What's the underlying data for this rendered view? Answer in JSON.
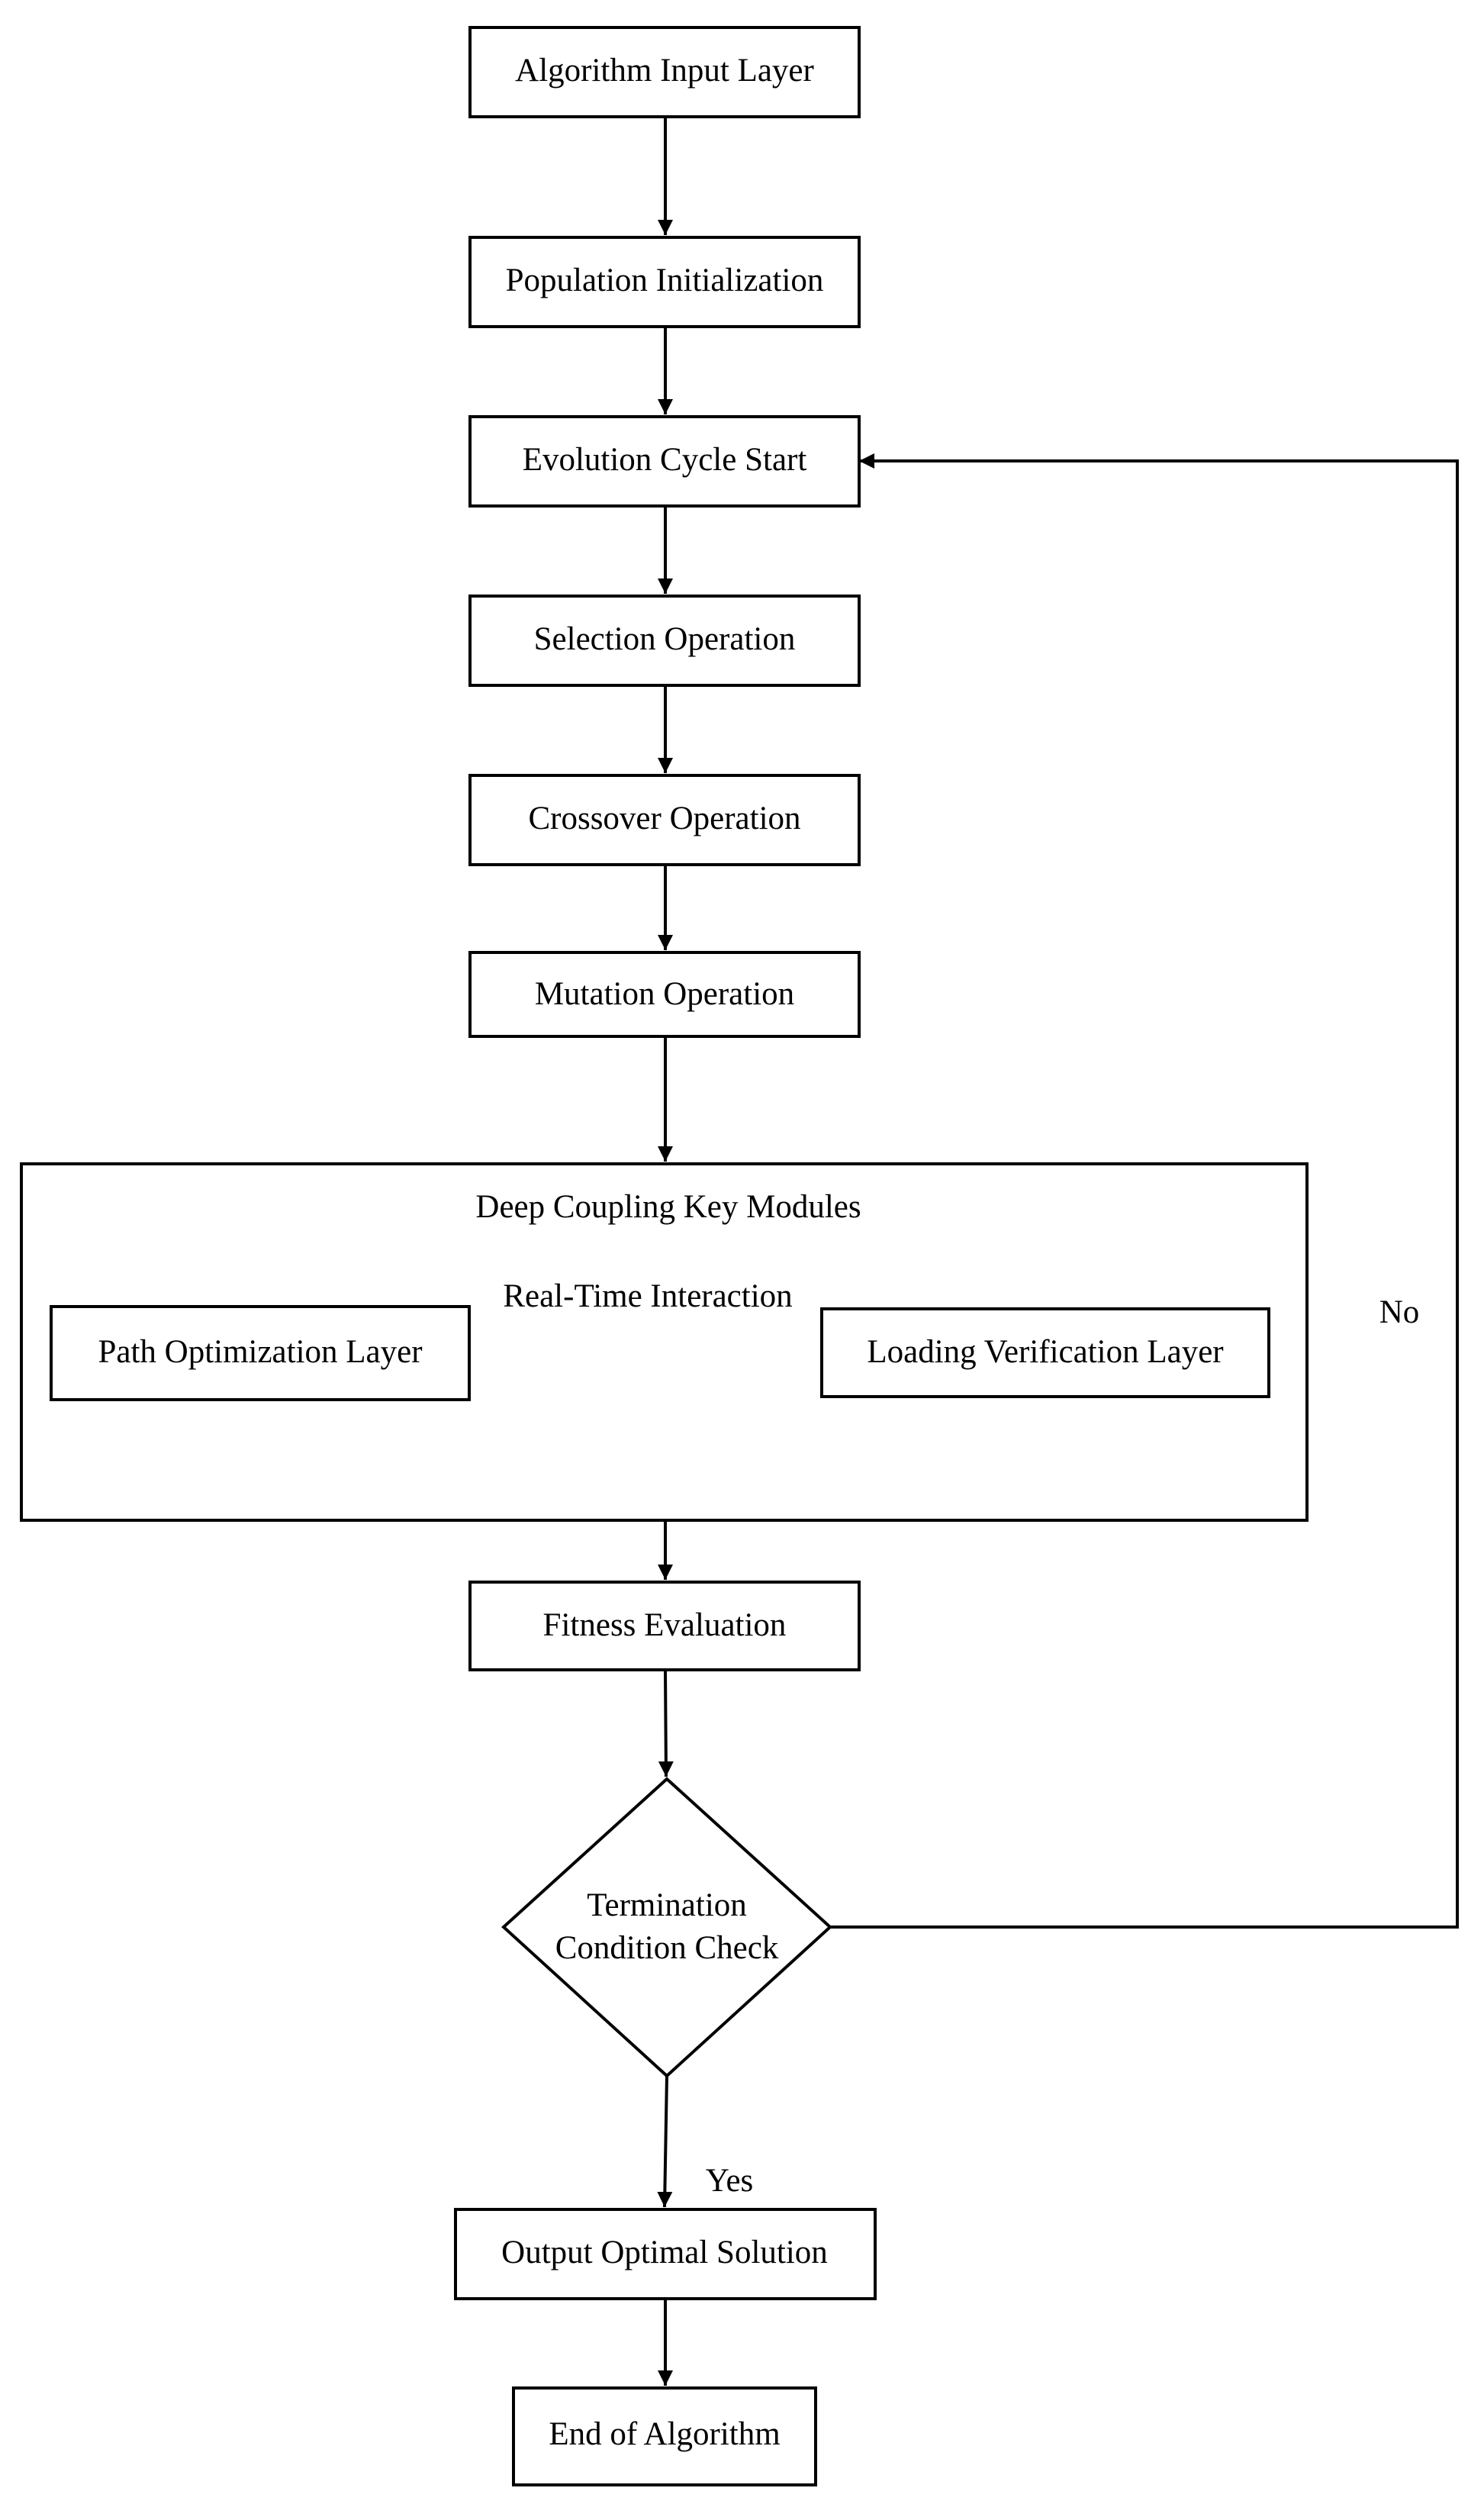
{
  "diagram": {
    "nodes": {
      "input_layer": "Algorithm Input Layer",
      "population_init": "Population Initialization",
      "evolution_start": "Evolution Cycle Start",
      "selection": "Selection Operation",
      "crossover": "Crossover Operation",
      "mutation": "Mutation Operation",
      "coupling_title": "Deep Coupling Key Modules",
      "path_optimization": "Path Optimization Layer",
      "loading_verification": "Loading Verification Layer",
      "fitness": "Fitness Evaluation",
      "termination_line1": "Termination",
      "termination_line2": "Condition Check",
      "output": "Output Optimal Solution",
      "end": "End of Algorithm"
    },
    "edge_labels": {
      "interaction": "Real-Time Interaction",
      "no": "No",
      "yes": "Yes"
    },
    "colors": {
      "stroke": "#000000",
      "fill": "#ffffff",
      "text": "#000000"
    }
  }
}
